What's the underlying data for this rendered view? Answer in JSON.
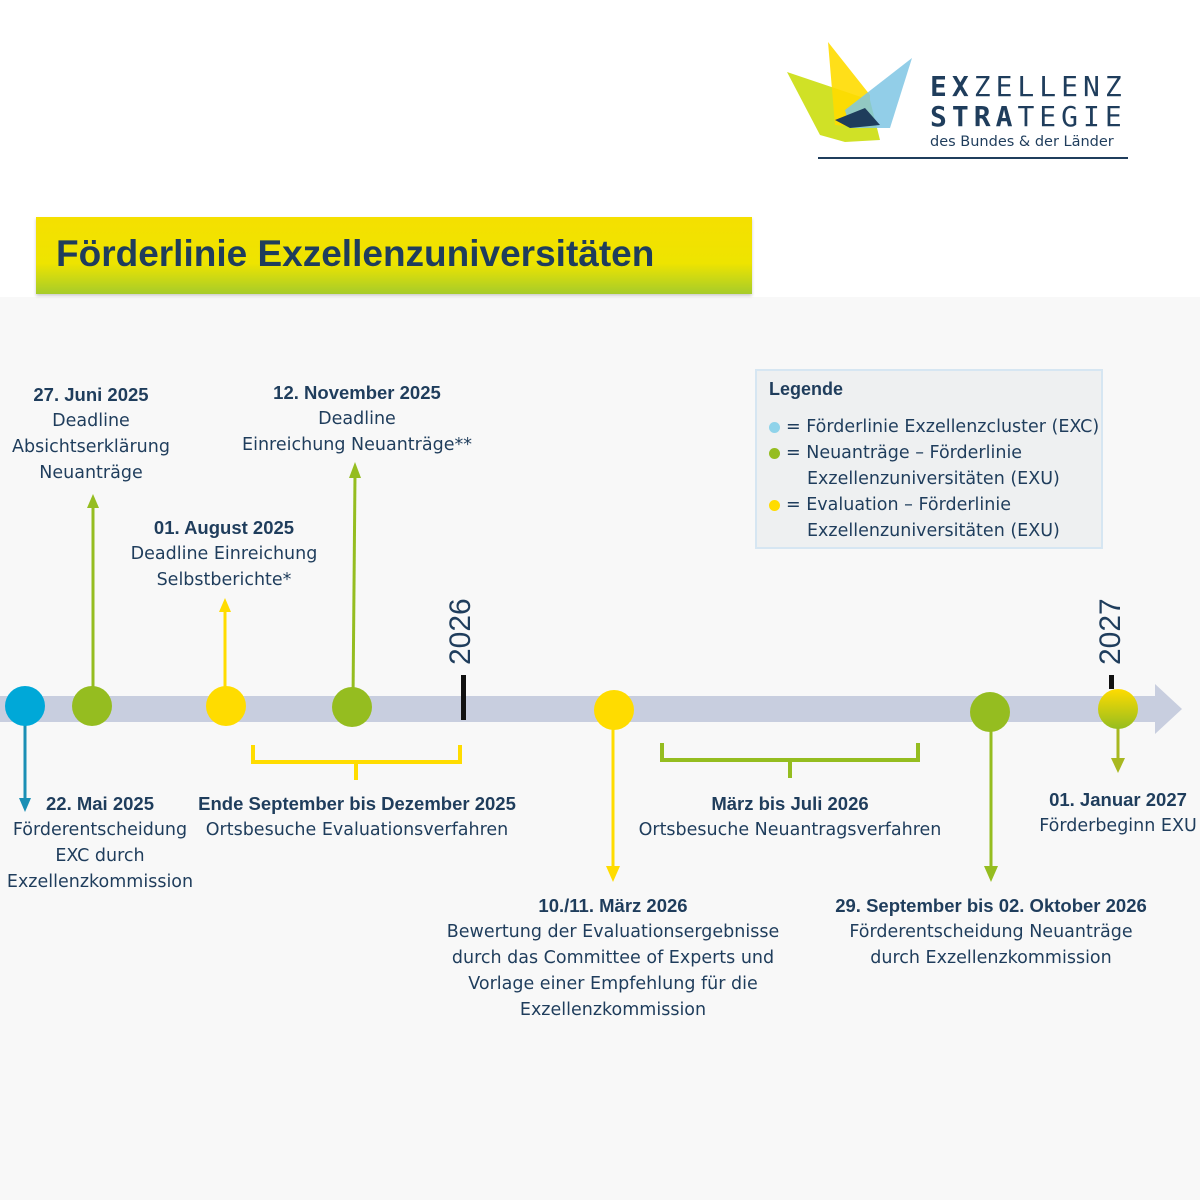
{
  "logo": {
    "line1_bold": "EX",
    "line1_rest": "ZELLENZ",
    "line2_bold": "STRA",
    "line2_rest": "TEGIE",
    "subtitle": "des Bundes & der Länder"
  },
  "title": "Förderlinie Exzellenzuniversitäten",
  "years": [
    "2026",
    "2027"
  ],
  "legend": {
    "heading": "Legende",
    "items": [
      {
        "color": "#8fd3ea",
        "text": "= Förderlinie Exzellenzcluster (EXC)"
      },
      {
        "color": "#95bd20",
        "text": "= Neuanträge – Förderlinie",
        "text2": "Exzellenzuniversitäten (EXU)"
      },
      {
        "color": "#ffdc00",
        "text": "= Evaluation – Förderlinie",
        "text2": "Exzellenzuniversitäten (EXU)"
      }
    ]
  },
  "events": {
    "juni": {
      "date": "27. Juni 2025",
      "lines": [
        "Deadline",
        "Absichtserklärung",
        "Neuanträge"
      ]
    },
    "november": {
      "date": "12. November 2025",
      "lines": [
        "Deadline",
        "Einreichung Neuanträge**"
      ]
    },
    "august": {
      "date": "01. August 2025",
      "lines": [
        "Deadline Einreichung",
        "Selbstberichte*"
      ]
    },
    "mai": {
      "date": "22. Mai 2025",
      "lines": [
        "Förderentscheidung",
        "EXC durch",
        "Exzellenzkommission"
      ]
    },
    "ende_sept": {
      "date": "Ende September bis Dezember 2025",
      "lines": [
        "Ortsbesuche Evaluationsverfahren"
      ]
    },
    "maerz_juli": {
      "date": "März bis Juli 2026",
      "lines": [
        "Ortsbesuche Neuantragsverfahren"
      ]
    },
    "januar": {
      "date": "01. Januar 2027",
      "lines": [
        "Förderbeginn EXU"
      ]
    },
    "maerz": {
      "date": "10./11. März 2026",
      "lines": [
        "Bewertung der Evaluationsergebnisse",
        "durch das Committee of Experts und",
        "Vorlage einer Empfehlung für die",
        "Exzellenzkommission"
      ]
    },
    "oktober": {
      "date": "29. September bis 02. Oktober 2026",
      "lines": [
        "Förderentscheidung Neuanträge",
        "durch Exzellenzkommission"
      ]
    }
  },
  "colors": {
    "exc": "#00a8d8",
    "new": "#95bd20",
    "eval": "#ffdc00",
    "bar": "#c8cedf",
    "text": "#1f3d5c"
  }
}
